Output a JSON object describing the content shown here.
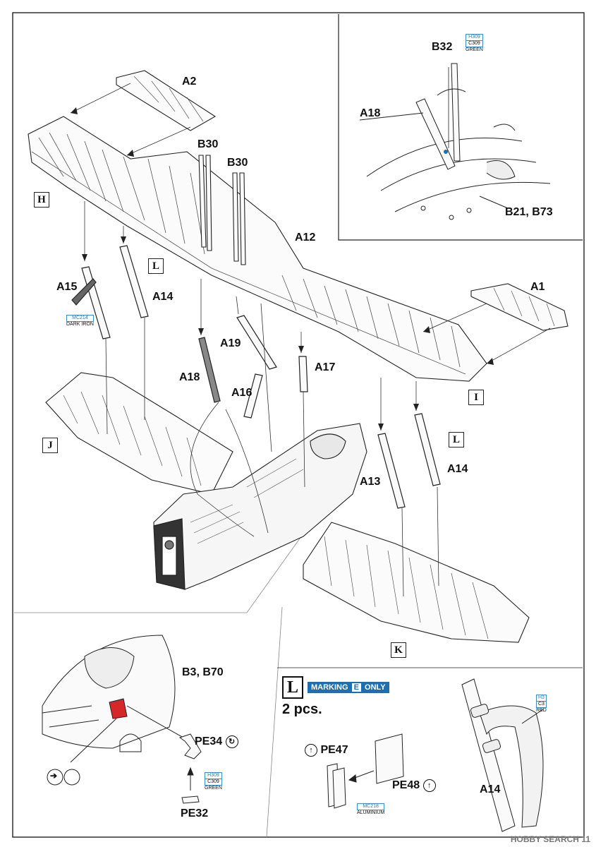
{
  "labels": {
    "a2": "A2",
    "a1": "A1",
    "a12": "A12",
    "a13": "A13",
    "a14_left": "A14",
    "a14_right": "A14",
    "a14_detail": "A14",
    "a15": "A15",
    "a16": "A16",
    "a17": "A17",
    "a18_main": "A18",
    "a18_inset": "A18",
    "a19": "A19",
    "b30_left": "B30",
    "b30_right": "B30",
    "b32": "B32",
    "b21_b73": "B21, B73",
    "b3_b70": "B3, B70",
    "pe34": "PE34",
    "pe32": "PE32",
    "pe47": "PE47",
    "pe48": "PE48"
  },
  "box_labels": {
    "h": "H",
    "i": "I",
    "j": "J",
    "k": "K",
    "l_left": "L",
    "l_right": "L"
  },
  "paints": {
    "b32": {
      "code1": "H309",
      "code2": "C309",
      "name": "GREEN"
    },
    "a15": {
      "code1": "MC214",
      "name": "DARK IRON"
    },
    "pe32": {
      "code1": "H309",
      "code2": "C309",
      "name": "GREEN"
    },
    "pe47": {
      "code1": "MC218",
      "name": "ALUMINIUM"
    },
    "a14": {
      "code1": "H3",
      "code2": "C3",
      "name": "RED"
    }
  },
  "marking_note": {
    "box_letter": "L",
    "prefix": "MARKING",
    "letter": "E",
    "suffix": "ONLY",
    "count": "2 pcs."
  },
  "icons": {
    "rotate": "rotate-arrow-icon",
    "flip": "flip-arrow-icon"
  },
  "colors": {
    "accent": "#1f6fb0",
    "highlight": "#d62828",
    "line": "#222222"
  },
  "footer": {
    "watermark": "HOBBY SEARCH",
    "page": "11"
  }
}
